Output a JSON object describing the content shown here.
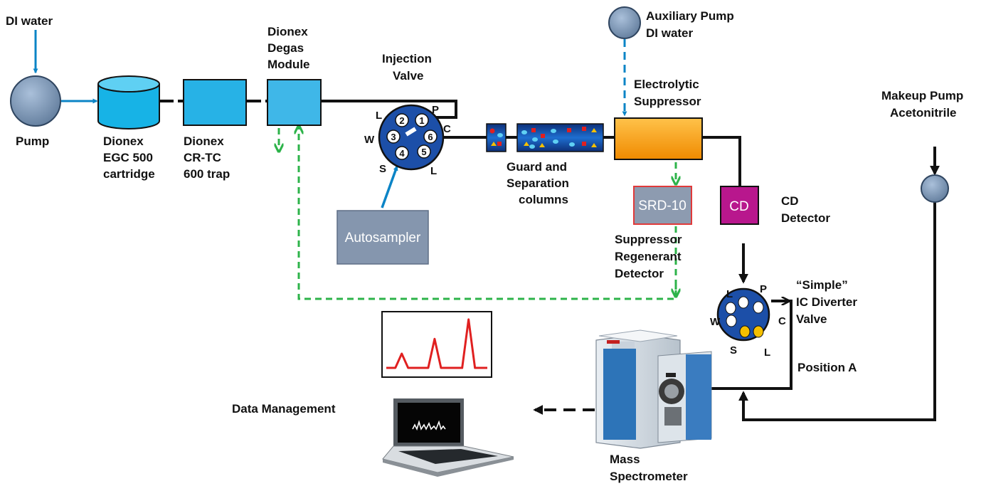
{
  "labels": {
    "di_water": "DI water",
    "pump": "Pump",
    "egc": [
      "Dionex",
      "EGC 500",
      "cartridge"
    ],
    "crtc": [
      "Dionex",
      "CR-TC",
      "600 trap"
    ],
    "degas": [
      "Dionex",
      "Degas",
      "Module"
    ],
    "injection_valve": [
      "Injection",
      "Valve"
    ],
    "guard_sep": [
      "Guard and",
      "Separation",
      "columns"
    ],
    "aux_pump": [
      "Auxiliary Pump",
      "DI water"
    ],
    "suppressor": [
      "Electrolytic",
      "Suppressor"
    ],
    "makeup_pump": [
      "Makeup Pump",
      "Acetonitrile"
    ],
    "srd_box": "SRD-10",
    "srd": [
      "Suppressor",
      "Regenerant",
      "Detector"
    ],
    "cd_box": "CD",
    "cd_detector": [
      "CD",
      "Detector"
    ],
    "autosampler": "Autosampler",
    "diverter": [
      "“Simple”",
      "IC Diverter",
      "Valve"
    ],
    "position_a": "Position A",
    "data_management": "Data Management",
    "mass_spec": [
      "Mass",
      "Spectrometer"
    ]
  },
  "injection_ports": {
    "p": "P",
    "c": "C",
    "l_top": "L",
    "l_bottom": "L",
    "w": "W",
    "s": "S"
  },
  "injection_numbers": [
    "1",
    "2",
    "3",
    "4",
    "5",
    "6"
  ],
  "diverter_ports": {
    "p": "P",
    "c": "C",
    "l_top": "L",
    "l_bottom": "L",
    "w": "W",
    "s": "S"
  },
  "colors": {
    "fluid_line": "#0b84c6",
    "regenerant_line": "#2db34a",
    "flow_line": "#111111",
    "cartridge_fill": "#17b3e6",
    "trap_fill": "#27b2e6",
    "pump_fill": "#7a94b4",
    "suppressor_fill": "#f6a21b",
    "srd_fill": "#8d9bb0",
    "cd_fill": "#b8178d",
    "autosampler_fill": "#8596ae",
    "chromatogram_line": "#e02020",
    "diverter_fill": "#1c4fa8",
    "diverter_loaded": "#f5c000"
  },
  "chromatogram": {
    "peaks": [
      {
        "x": 0.18,
        "height": 0.27
      },
      {
        "x": 0.48,
        "height": 0.55
      },
      {
        "x": 0.79,
        "height": 0.92
      }
    ]
  }
}
